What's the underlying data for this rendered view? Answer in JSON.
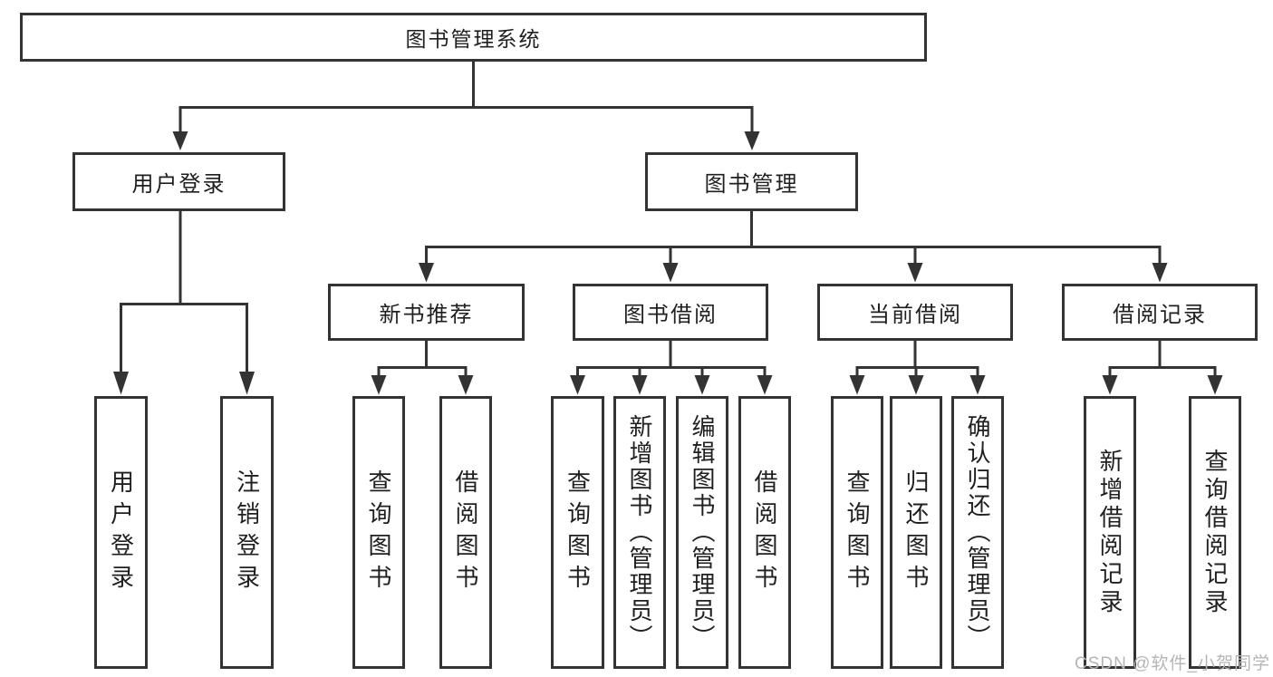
{
  "tree": {
    "root": {
      "label": "图书管理系统"
    },
    "children": [
      {
        "label": "用户登录",
        "children": [
          {
            "label": "用户登录"
          },
          {
            "label": "注销登录"
          }
        ]
      },
      {
        "label": "图书管理",
        "children": [
          {
            "label": "新书推荐",
            "children": [
              {
                "label": "查询图书"
              },
              {
                "label": "借阅图书"
              }
            ]
          },
          {
            "label": "图书借阅",
            "children": [
              {
                "label": "查询图书"
              },
              {
                "label": "新增图书（管理员）"
              },
              {
                "label": "编辑图书（管理员）"
              },
              {
                "label": "借阅图书"
              }
            ]
          },
          {
            "label": "当前借阅",
            "children": [
              {
                "label": "查询图书"
              },
              {
                "label": "归还图书"
              },
              {
                "label": "确认归还（管理员）"
              }
            ]
          },
          {
            "label": "借阅记录",
            "children": [
              {
                "label": "新增借阅记录"
              },
              {
                "label": "查询借阅记录"
              }
            ]
          }
        ]
      }
    ]
  },
  "watermark": "CSDN @软件_小贺同学",
  "colors": {
    "line": "#333333",
    "text": "#1f1f1f",
    "watermark": "#b5b5b5",
    "background": "#ffffff"
  }
}
